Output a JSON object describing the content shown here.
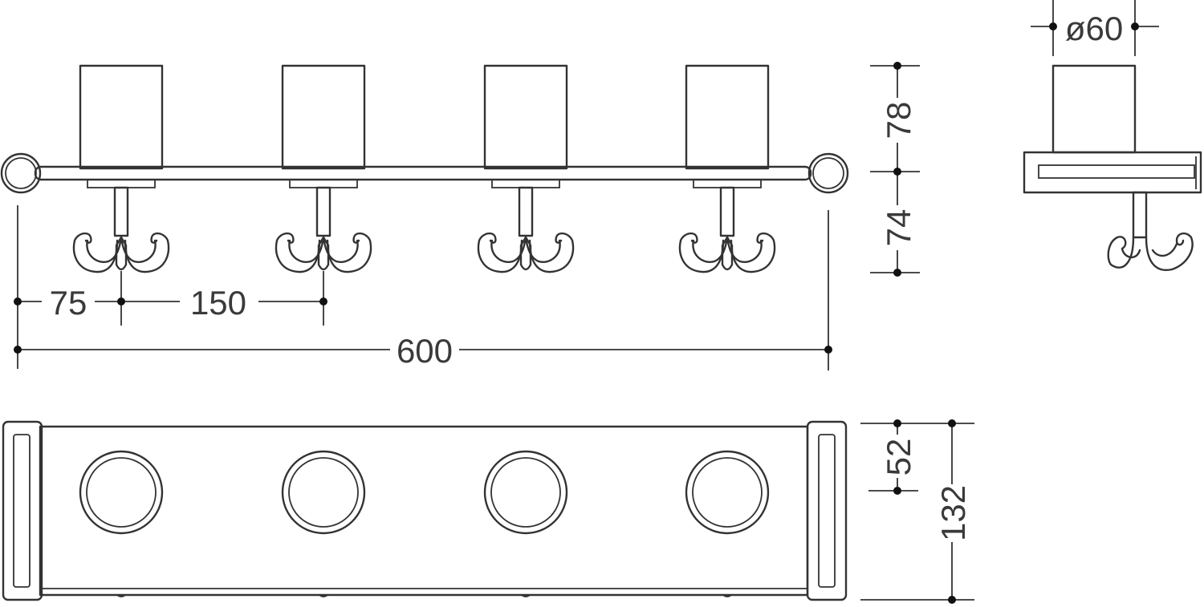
{
  "dimensions": {
    "offset_end": "75",
    "hook_spacing": "150",
    "total_length": "600",
    "cup_height": "78",
    "hook_depth": "74",
    "cup_diameter": "ø60",
    "wall_to_hook": "52",
    "total_depth": "132"
  },
  "colors": {
    "line": "#333333",
    "background": "#ffffff"
  }
}
